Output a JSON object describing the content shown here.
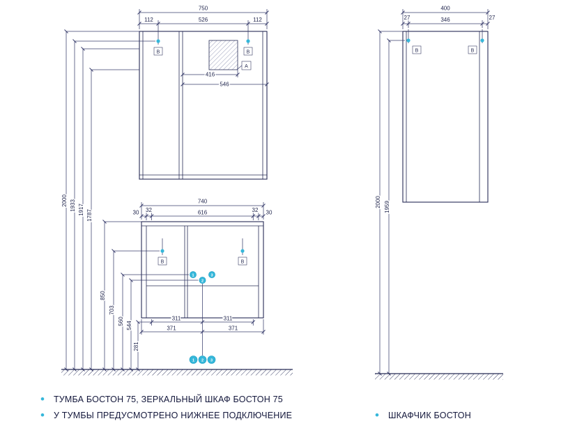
{
  "palette": {
    "accent": "#35b7da",
    "line": "#262b55"
  },
  "mirror_cabinet": {
    "width_total": "750",
    "width_segments": [
      "112",
      "526",
      "112"
    ],
    "cutout_width": "416",
    "cutout_extent": "546",
    "zone_label": "A",
    "mount_label": "B"
  },
  "left_heights": [
    "2000",
    "1933",
    "1917",
    "1787",
    "850",
    "703",
    "560",
    "544",
    "281"
  ],
  "vanity": {
    "width_total": "740",
    "width_segments": [
      "30",
      "32",
      "616",
      "32",
      "30"
    ],
    "bottom_width_inner": "311",
    "bottom_width_outer": "371",
    "mount_label": "B",
    "ports": [
      "1",
      "2",
      "3"
    ]
  },
  "side_cabinet": {
    "width_total": "400",
    "width_segments": [
      "27",
      "346",
      "27"
    ],
    "heights": [
      "2000",
      "1959"
    ],
    "mount_label": "B"
  },
  "notes": {
    "left": [
      "ТУМБА БОСТОН 75, ЗЕРКАЛЬНЫЙ ШКАФ БОСТОН 75",
      "У ТУМБЫ ПРЕДУСМОТРЕНО НИЖНЕЕ ПОДКЛЮЧЕНИЕ"
    ],
    "right": "ШКАФЧИК БОСТОН"
  }
}
